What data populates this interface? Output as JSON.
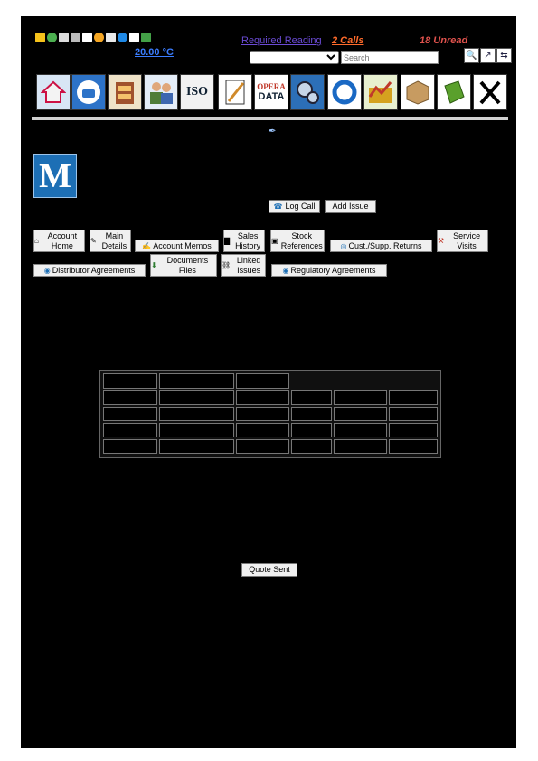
{
  "header": {
    "temperature": "20.00 °C",
    "required_reading": "Required Reading",
    "calls": "2 Calls",
    "unread": "18 Unread",
    "search_placeholder": "Search",
    "select_value": ""
  },
  "nav": {
    "iso_label": "ISO",
    "opera_top": "OPERA",
    "opera_bottom": "DATA"
  },
  "actions": {
    "log_call": "Log Call",
    "add_issue": "Add Issue",
    "quote_sent": "Quote Sent"
  },
  "tabs": {
    "account_home": "Account Home",
    "main_details": "Main Details",
    "account_memos": "Account Memos",
    "sales_history": "Sales History",
    "stock_references": "Stock References",
    "cust_supp_returns": "Cust./Supp. Returns",
    "service_visits": "Service Visits",
    "distributor_agreements": "Distributor Agreements",
    "documents_files": "Documents Files",
    "linked_issues": "Linked Issues",
    "regulatory_agreements": "Regulatory Agreements"
  },
  "colors": {
    "background": "#000000",
    "link_purple": "#6b4bd6",
    "calls_orange": "#ff6b2b",
    "unread_red": "#e0524d",
    "temp_blue": "#3b7dff"
  }
}
